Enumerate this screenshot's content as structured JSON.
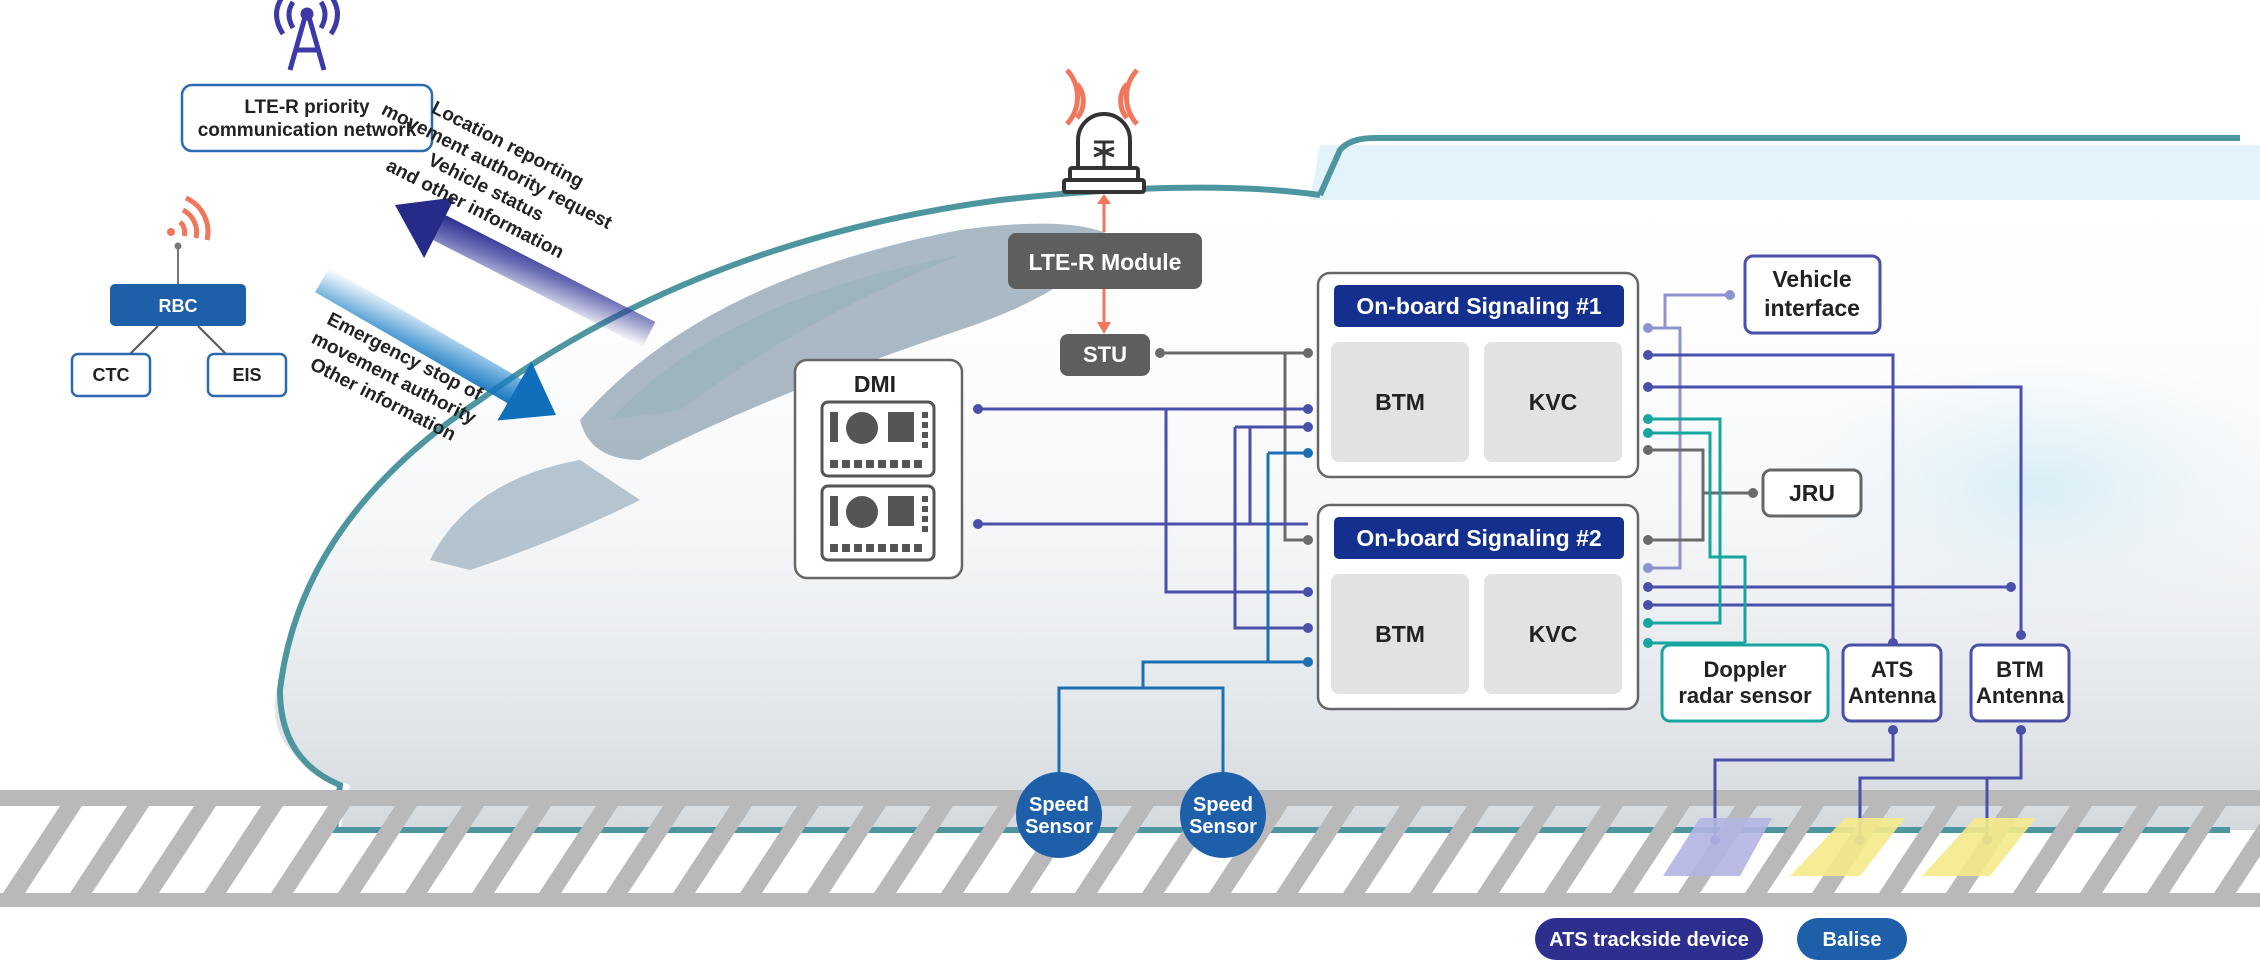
{
  "network": {
    "lte_r_label_line1": "LTE-R priority",
    "lte_r_label_line2": "communication network",
    "rbc": "RBC",
    "ctc": "CTC",
    "eis": "EIS"
  },
  "messages": {
    "uplink": [
      "Location reporting",
      "movement authority request",
      "Vehicle status",
      "and other information"
    ],
    "downlink": [
      "Emergency stop of",
      "movement authority",
      "Other information"
    ]
  },
  "onboard": {
    "lte_r_module": "LTE-R Module",
    "stu": "STU",
    "dmi": "DMI",
    "signaling_1": "On-board Signaling #1",
    "signaling_2": "On-board Signaling #2",
    "btm": "BTM",
    "kvc": "KVC",
    "vehicle_interface_line1": "Vehicle",
    "vehicle_interface_line2": "interface",
    "jru": "JRU",
    "doppler_line1": "Doppler",
    "doppler_line2": "radar sensor",
    "ats_antenna_line1": "ATS",
    "ats_antenna_line2": "Antenna",
    "btm_antenna_line1": "BTM",
    "btm_antenna_line2": "Antenna",
    "speed_sensor_line1": "Speed",
    "speed_sensor_line2": "Sensor"
  },
  "legend": {
    "ats_trackside": "ATS trackside device",
    "balise": "Balise"
  },
  "colors": {
    "navy": "#13308f",
    "blue": "#1d5fa8",
    "purple": "#4a4faa",
    "teal": "#17a5a0",
    "gray": "#6a6a6a",
    "light_purple": "#8f92d0",
    "orange": "#f0775c",
    "train_outline": "#4d969f"
  }
}
